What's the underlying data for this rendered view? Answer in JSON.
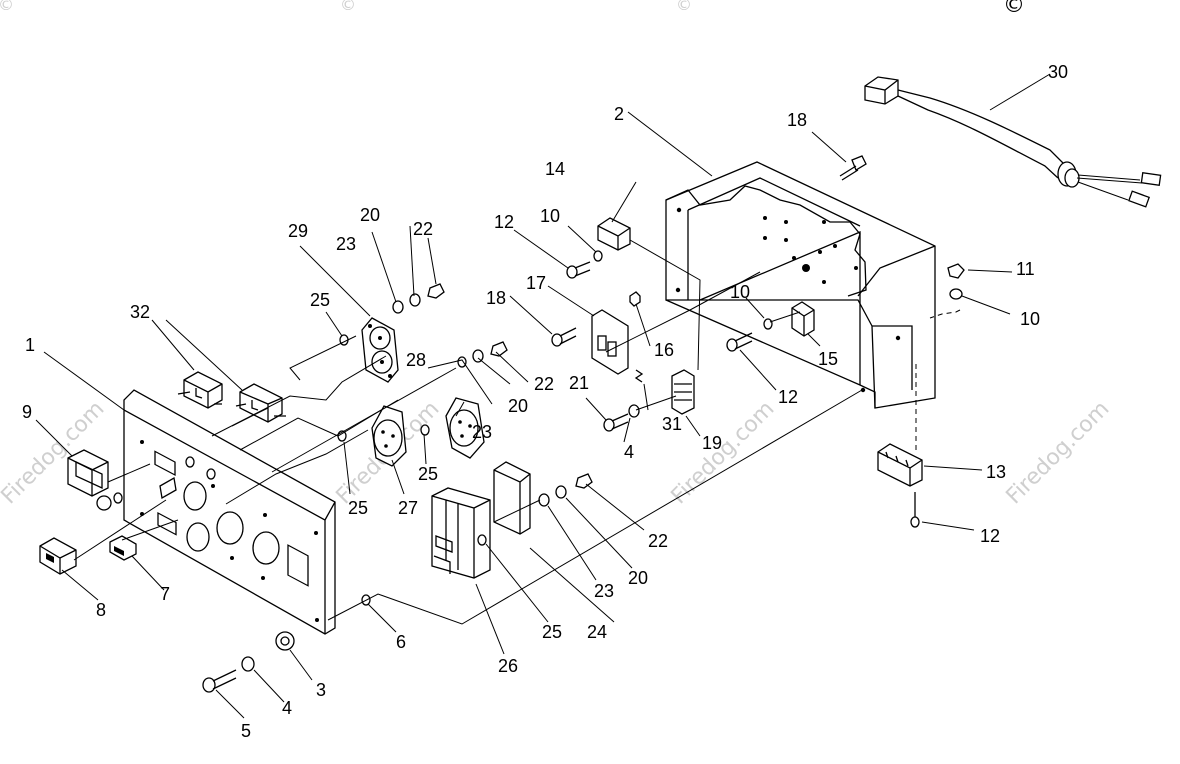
{
  "copyright_symbol": "©",
  "watermark": {
    "text": "Firedog.com",
    "copyright": "©"
  },
  "callouts": [
    {
      "id": "c1",
      "text": "1"
    },
    {
      "id": "c2",
      "text": "2"
    },
    {
      "id": "c3",
      "text": "3"
    },
    {
      "id": "c4a",
      "text": "4"
    },
    {
      "id": "c4b",
      "text": "4"
    },
    {
      "id": "c5",
      "text": "5"
    },
    {
      "id": "c6",
      "text": "6"
    },
    {
      "id": "c7",
      "text": "7"
    },
    {
      "id": "c8",
      "text": "8"
    },
    {
      "id": "c9",
      "text": "9"
    },
    {
      "id": "c10a",
      "text": "10"
    },
    {
      "id": "c10b",
      "text": "10"
    },
    {
      "id": "c10c",
      "text": "10"
    },
    {
      "id": "c11",
      "text": "11"
    },
    {
      "id": "c12a",
      "text": "12"
    },
    {
      "id": "c12b",
      "text": "12"
    },
    {
      "id": "c12c",
      "text": "12"
    },
    {
      "id": "c13",
      "text": "13"
    },
    {
      "id": "c14",
      "text": "14"
    },
    {
      "id": "c15",
      "text": "15"
    },
    {
      "id": "c16",
      "text": "16"
    },
    {
      "id": "c17",
      "text": "17"
    },
    {
      "id": "c18a",
      "text": "18"
    },
    {
      "id": "c18b",
      "text": "18"
    },
    {
      "id": "c19",
      "text": "19"
    },
    {
      "id": "c20a",
      "text": "20"
    },
    {
      "id": "c20b",
      "text": "20"
    },
    {
      "id": "c20c",
      "text": "20"
    },
    {
      "id": "c21",
      "text": "21"
    },
    {
      "id": "c22a",
      "text": "22"
    },
    {
      "id": "c22b",
      "text": "22"
    },
    {
      "id": "c22c",
      "text": "22"
    },
    {
      "id": "c23a",
      "text": "23"
    },
    {
      "id": "c23b",
      "text": "23"
    },
    {
      "id": "c23c",
      "text": "23"
    },
    {
      "id": "c24",
      "text": "24"
    },
    {
      "id": "c25a",
      "text": "25"
    },
    {
      "id": "c25b",
      "text": "25"
    },
    {
      "id": "c25c",
      "text": "25"
    },
    {
      "id": "c25d",
      "text": "25"
    },
    {
      "id": "c26",
      "text": "26"
    },
    {
      "id": "c27",
      "text": "27"
    },
    {
      "id": "c28",
      "text": "28"
    },
    {
      "id": "c29",
      "text": "29"
    },
    {
      "id": "c30",
      "text": "30"
    },
    {
      "id": "c31",
      "text": "31"
    },
    {
      "id": "c32",
      "text": "32"
    }
  ]
}
